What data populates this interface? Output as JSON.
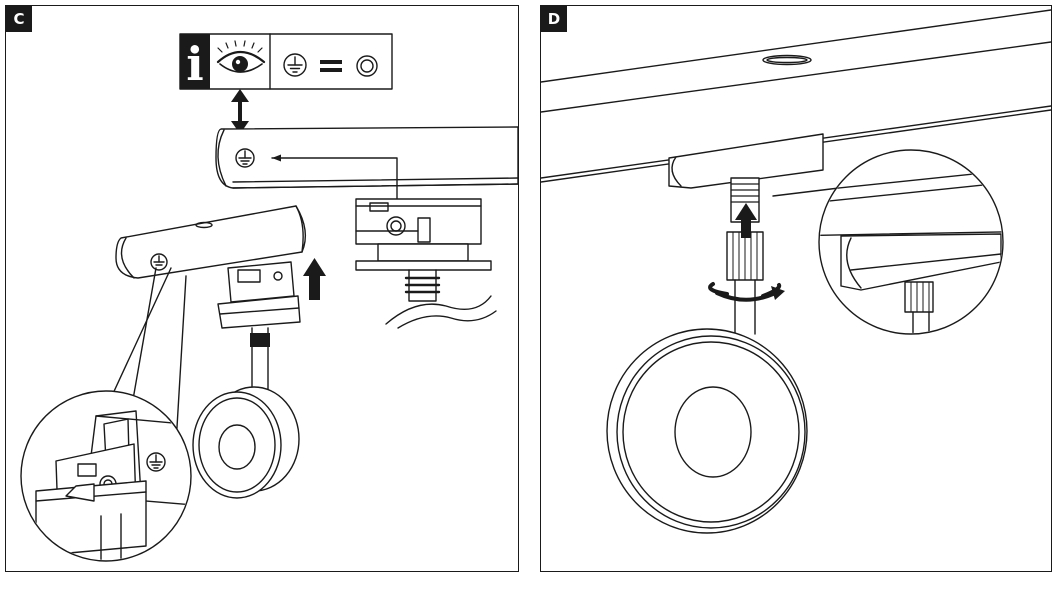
{
  "panels": {
    "c": {
      "step_label": "C"
    },
    "d": {
      "step_label": "D"
    }
  },
  "info_box": {
    "info_glyph": "i",
    "icons": [
      "eye-icon",
      "ground-symbol-icon",
      "equals-icon",
      "ring-contact-icon"
    ]
  },
  "colors": {
    "line": "#1a1a1a",
    "background": "#ffffff",
    "badge": "#1a1a1a"
  }
}
